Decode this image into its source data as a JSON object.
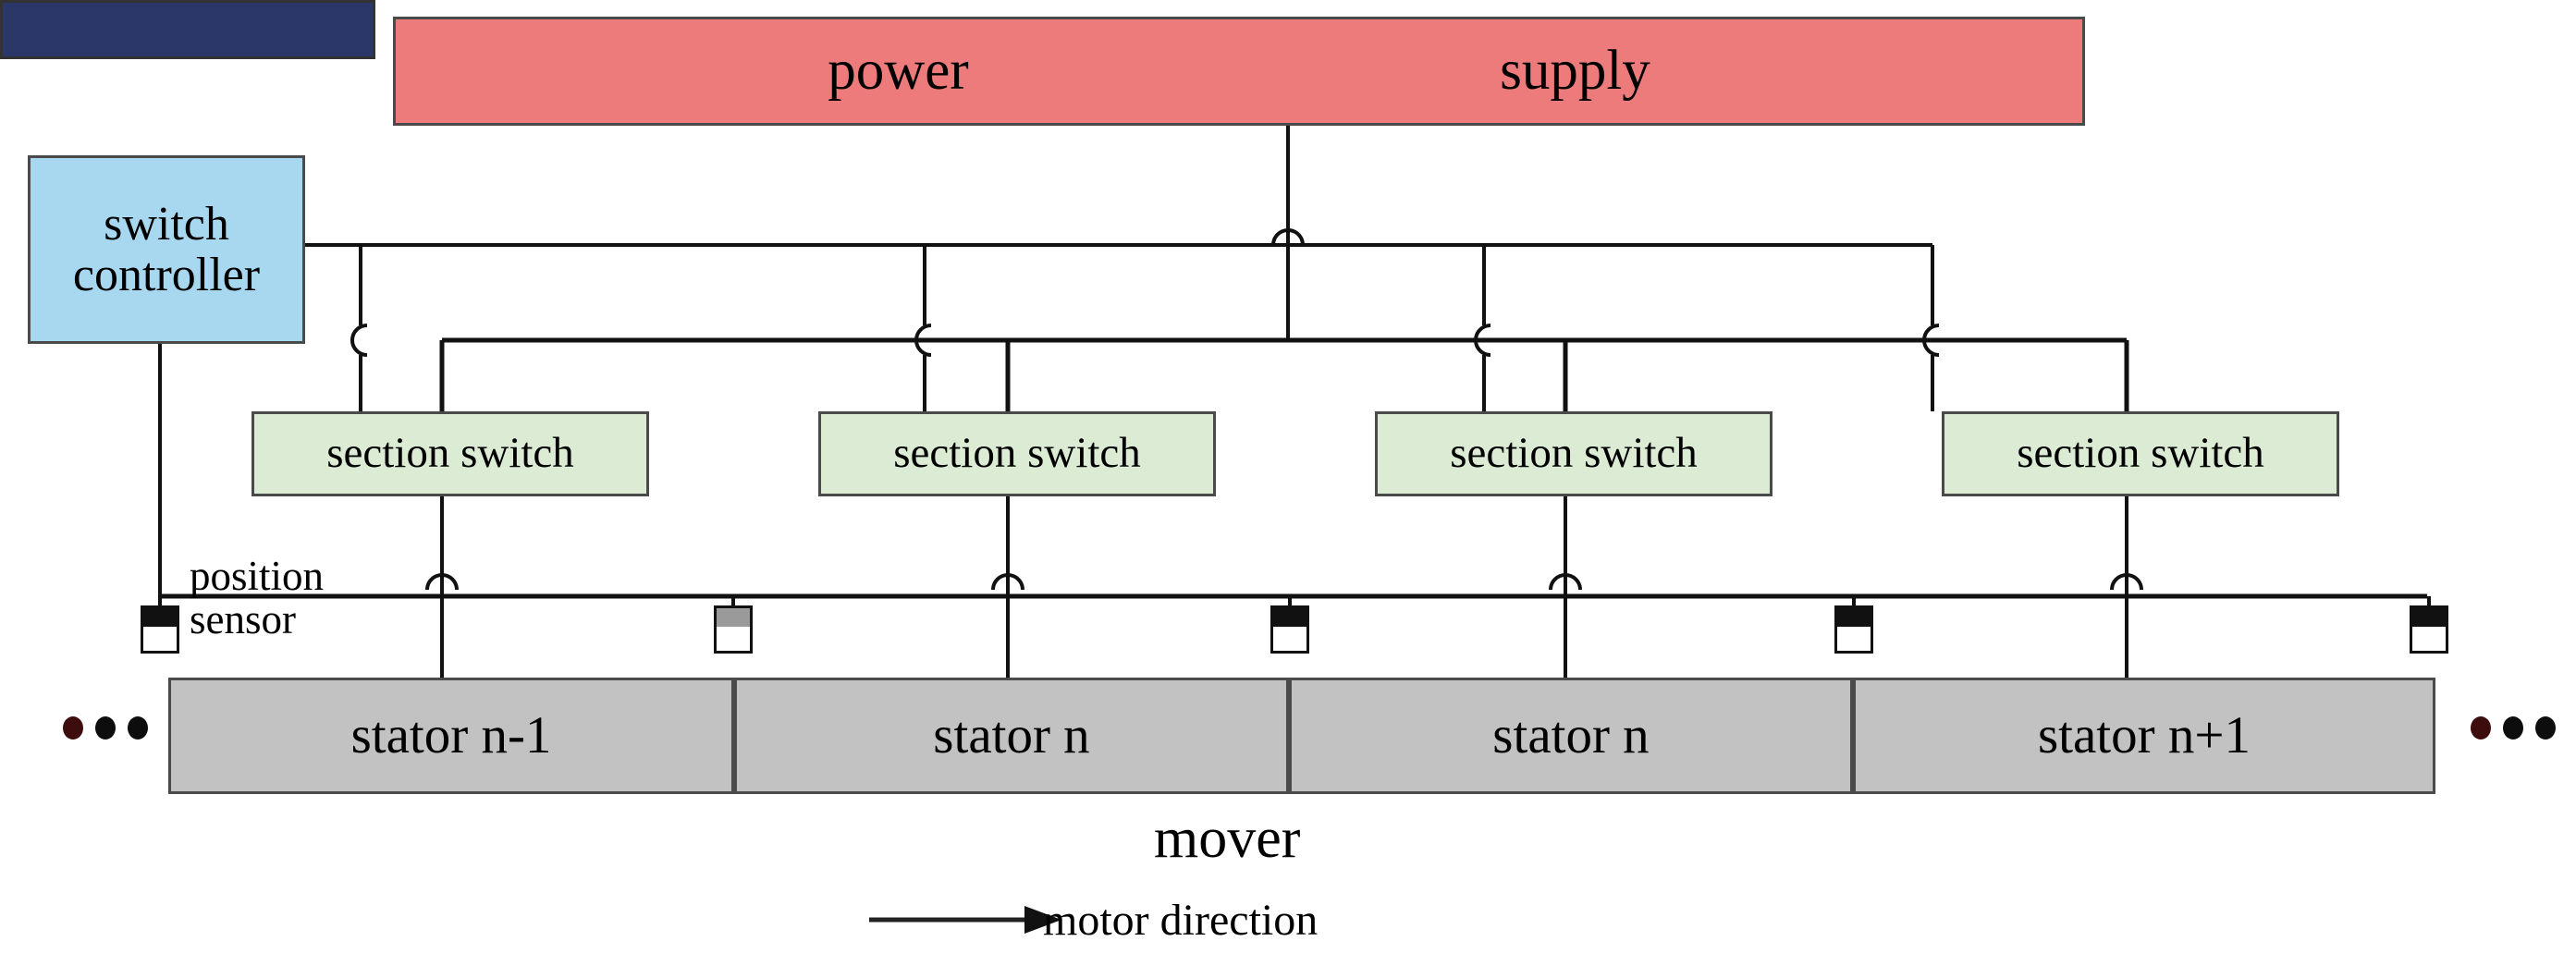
{
  "diagram": {
    "title": "segmented linear motor power distribution diagram",
    "power_supply": {
      "label_left": "power",
      "label_right": "supply",
      "color": "#ee7b7b"
    },
    "switch_controller": {
      "line1": "switch",
      "line2": "controller",
      "color": "#a8d8f0"
    },
    "section_switches": [
      {
        "label": "section switch"
      },
      {
        "label": "section switch"
      },
      {
        "label": "section switch"
      },
      {
        "label": "section switch"
      }
    ],
    "section_switch_color": "#dcecd4",
    "stators": [
      {
        "label": "stator  n-1"
      },
      {
        "label": "stator  n"
      },
      {
        "label": "stator  n"
      },
      {
        "label": "stator  n+1"
      }
    ],
    "stator_color": "#c2c2c2",
    "position_sensor": {
      "line1": "position",
      "line2": "sensor",
      "count": 5,
      "icon": "position-sensor-icon"
    },
    "mover": {
      "label": "mover",
      "color": "#2a3768"
    },
    "motor_direction": {
      "label": "motor direction",
      "icon": "arrow-right-icon"
    },
    "continuation": {
      "left": "•••",
      "right": "•••"
    }
  }
}
